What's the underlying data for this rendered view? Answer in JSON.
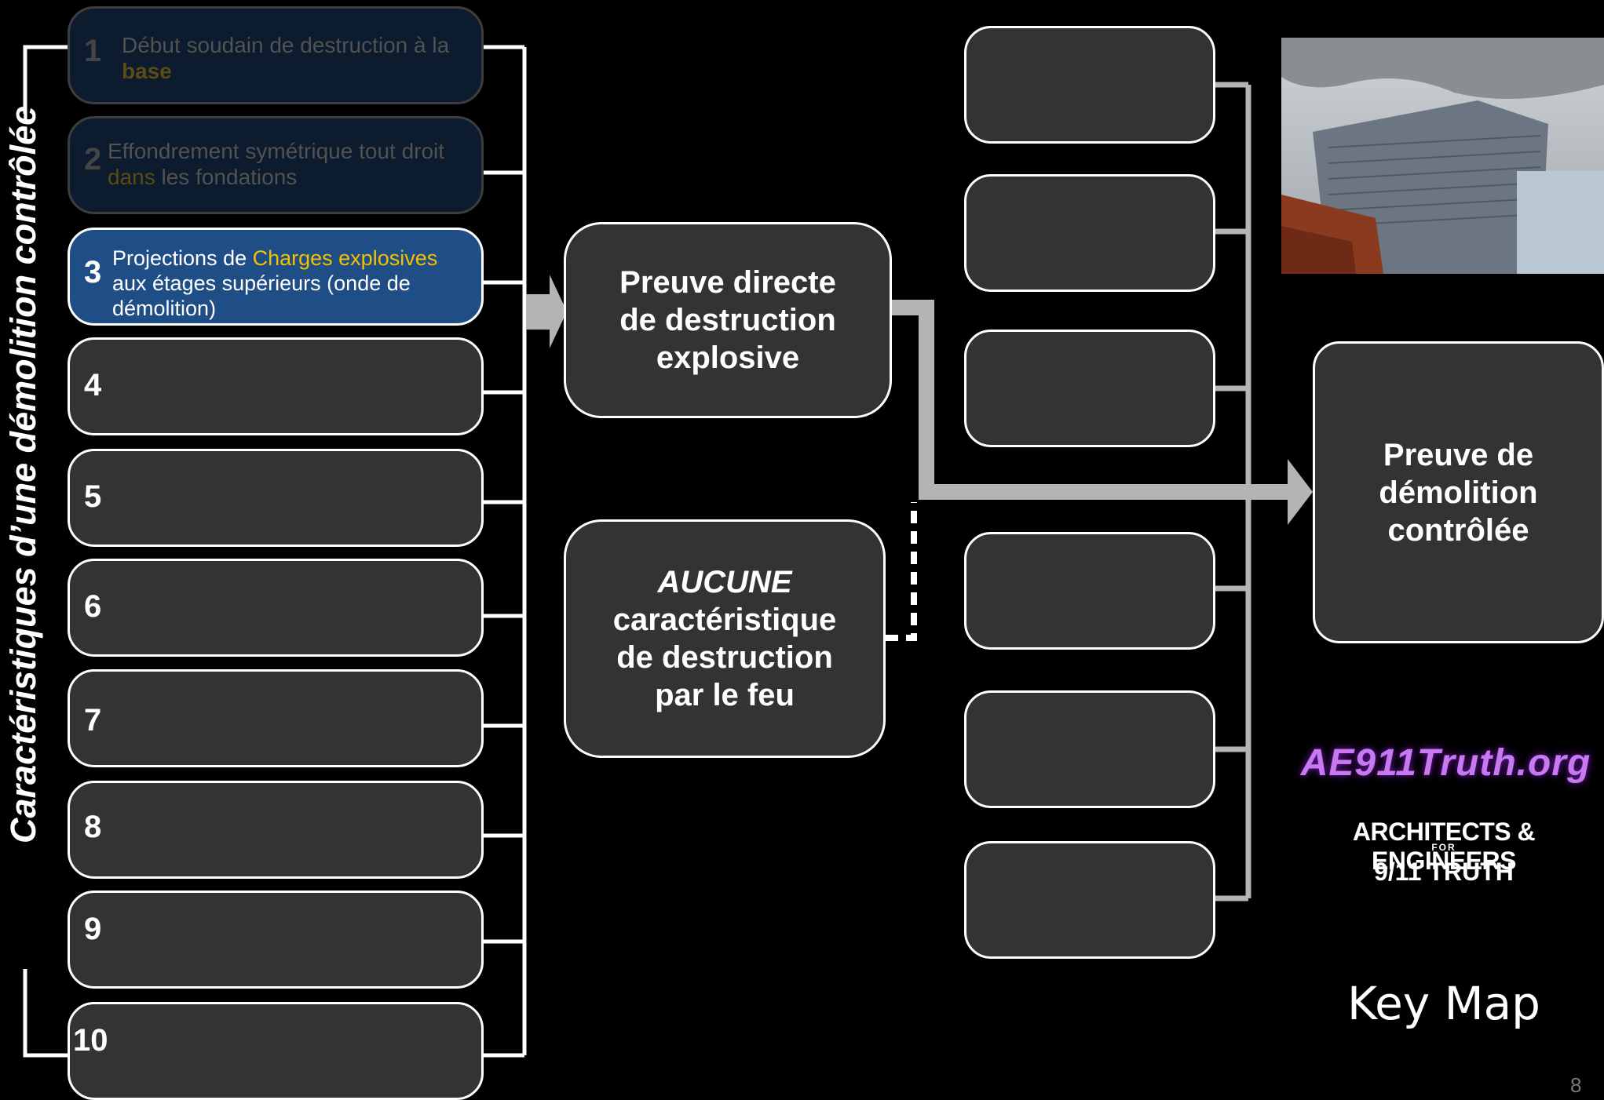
{
  "side_label": "Caractéristiques d’une démolition contrôlée",
  "characteristics": [
    {
      "num": "1",
      "text_before": "Début soudain de destruction à la ",
      "highlight": "base",
      "text_after": ""
    },
    {
      "num": "2",
      "text_before": "Effondrement symétrique tout droit ",
      "highlight": "dans",
      "text_after": " les fondations"
    },
    {
      "num": "3",
      "text_before": "Projections de ",
      "highlight": "Charges explosives",
      "text_after": " aux étages supérieurs (onde de démolition)"
    },
    {
      "num": "4"
    },
    {
      "num": "5"
    },
    {
      "num": "6"
    },
    {
      "num": "7"
    },
    {
      "num": "8"
    },
    {
      "num": "9"
    },
    {
      "num": "10"
    }
  ],
  "direct_evidence": "Preuve directe de destruction explosive",
  "no_fire": {
    "emphasis": "AUCUNE",
    "rest": "caractéristique de destruction par le feu"
  },
  "conclusion": "Preuve de démolition contrôlée",
  "logo": {
    "url_text": "AE911Truth.org",
    "line1": "ARCHITECTS & ENGINEERS",
    "line2": "FOR",
    "line3": "9/11 TRUTH"
  },
  "key_map": "Key Map",
  "page_number": "8",
  "colors": {
    "highlight": "#f2c200",
    "active_box": "#1f4e86",
    "box": "#333333",
    "connector": "#b4b4b4"
  }
}
